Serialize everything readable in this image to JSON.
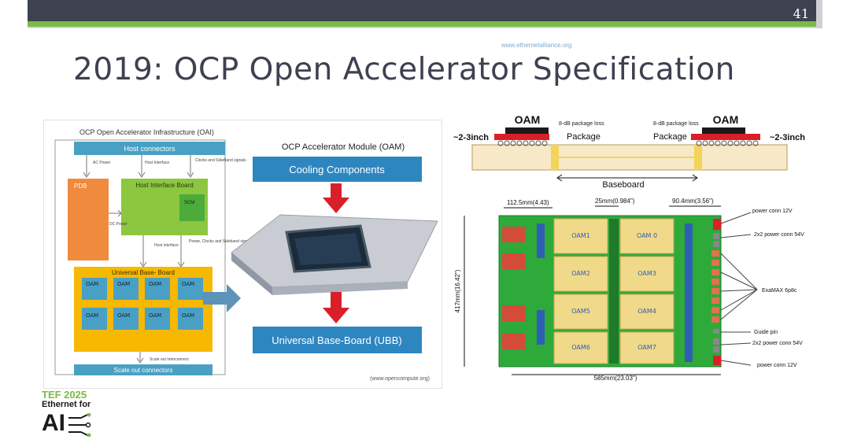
{
  "slide": {
    "number": "41",
    "website": "www.ethernetalliance.org",
    "title": "2019: OCP Open Accelerator Specification"
  },
  "oai_diagram": {
    "heading": "OCP Open Accelerator Infrastructure (OAI)",
    "host_connectors": "Host connectors",
    "ac_power": "AC Power",
    "host_interface_label": "Host Interface",
    "clocks_sideband": "Clocks and SideBand signals",
    "pdb": "PDB",
    "host_interface_board": "Host Interface Board",
    "scm": "SCM",
    "dc_power": "DC Power",
    "host_interface_mid": "Host interface",
    "power_clocks_sideband": "Power, Clocks and Sideband signals",
    "ubb": "Universal Base- Board",
    "oam_tiles": [
      "OAM",
      "OAM",
      "OAM",
      "OAM",
      "OAM",
      "OAM",
      "OAM",
      "OAM"
    ],
    "scale_out_interconnect": "Scale out Interconnect",
    "scale_out_connectors": "Scale out connectors",
    "oam_title": "OCP Accelerator Module (OAM)",
    "cooling": "Cooling Components",
    "ubb_box": "Universal Base-Board (UBB)",
    "credit": "(www.opencompute.org)"
  },
  "baseboard_diagram": {
    "oam_left": "OAM",
    "oam_right": "OAM",
    "loss_left": "8-dB package loss",
    "loss_right": "8-dB package loss",
    "reach_left": "~2-3inch",
    "reach_right": "~2-3inch",
    "package_left": "Package",
    "package_right": "Package",
    "baseboard": "Baseboard"
  },
  "board_layout": {
    "dim_left": "112.5mm(4.43)",
    "dim_mid": "25mm(0.984\")",
    "dim_right": "90.4mm(3.56\")",
    "dim_height": "417mm(16.42\")",
    "dim_width": "585mm(23.03\")",
    "oam_labels": [
      "OAM1",
      "OAM 0",
      "OAM2",
      "OAM3",
      "OAM5",
      "OAM4",
      "OAM6",
      "OAM7"
    ],
    "callouts": [
      "power conn 12V",
      "2x2 power conn 54V",
      "ExaMAX 6p8c",
      "Guide pin",
      "2x2 power conn 54V",
      "power conn 12V"
    ]
  },
  "logo": {
    "line1": "TEF 2025",
    "line2": "Ethernet for",
    "line3": "AI"
  },
  "colors": {
    "header": "#3d4150",
    "accent": "#7cba45",
    "oai_blue": "#4aa0c4",
    "oai_green": "#8dc63f",
    "oai_orange": "#f08a3c",
    "oai_yellow": "#f6b800",
    "oam_blue": "#2e86c1",
    "board_green": "#2eaa3a"
  }
}
